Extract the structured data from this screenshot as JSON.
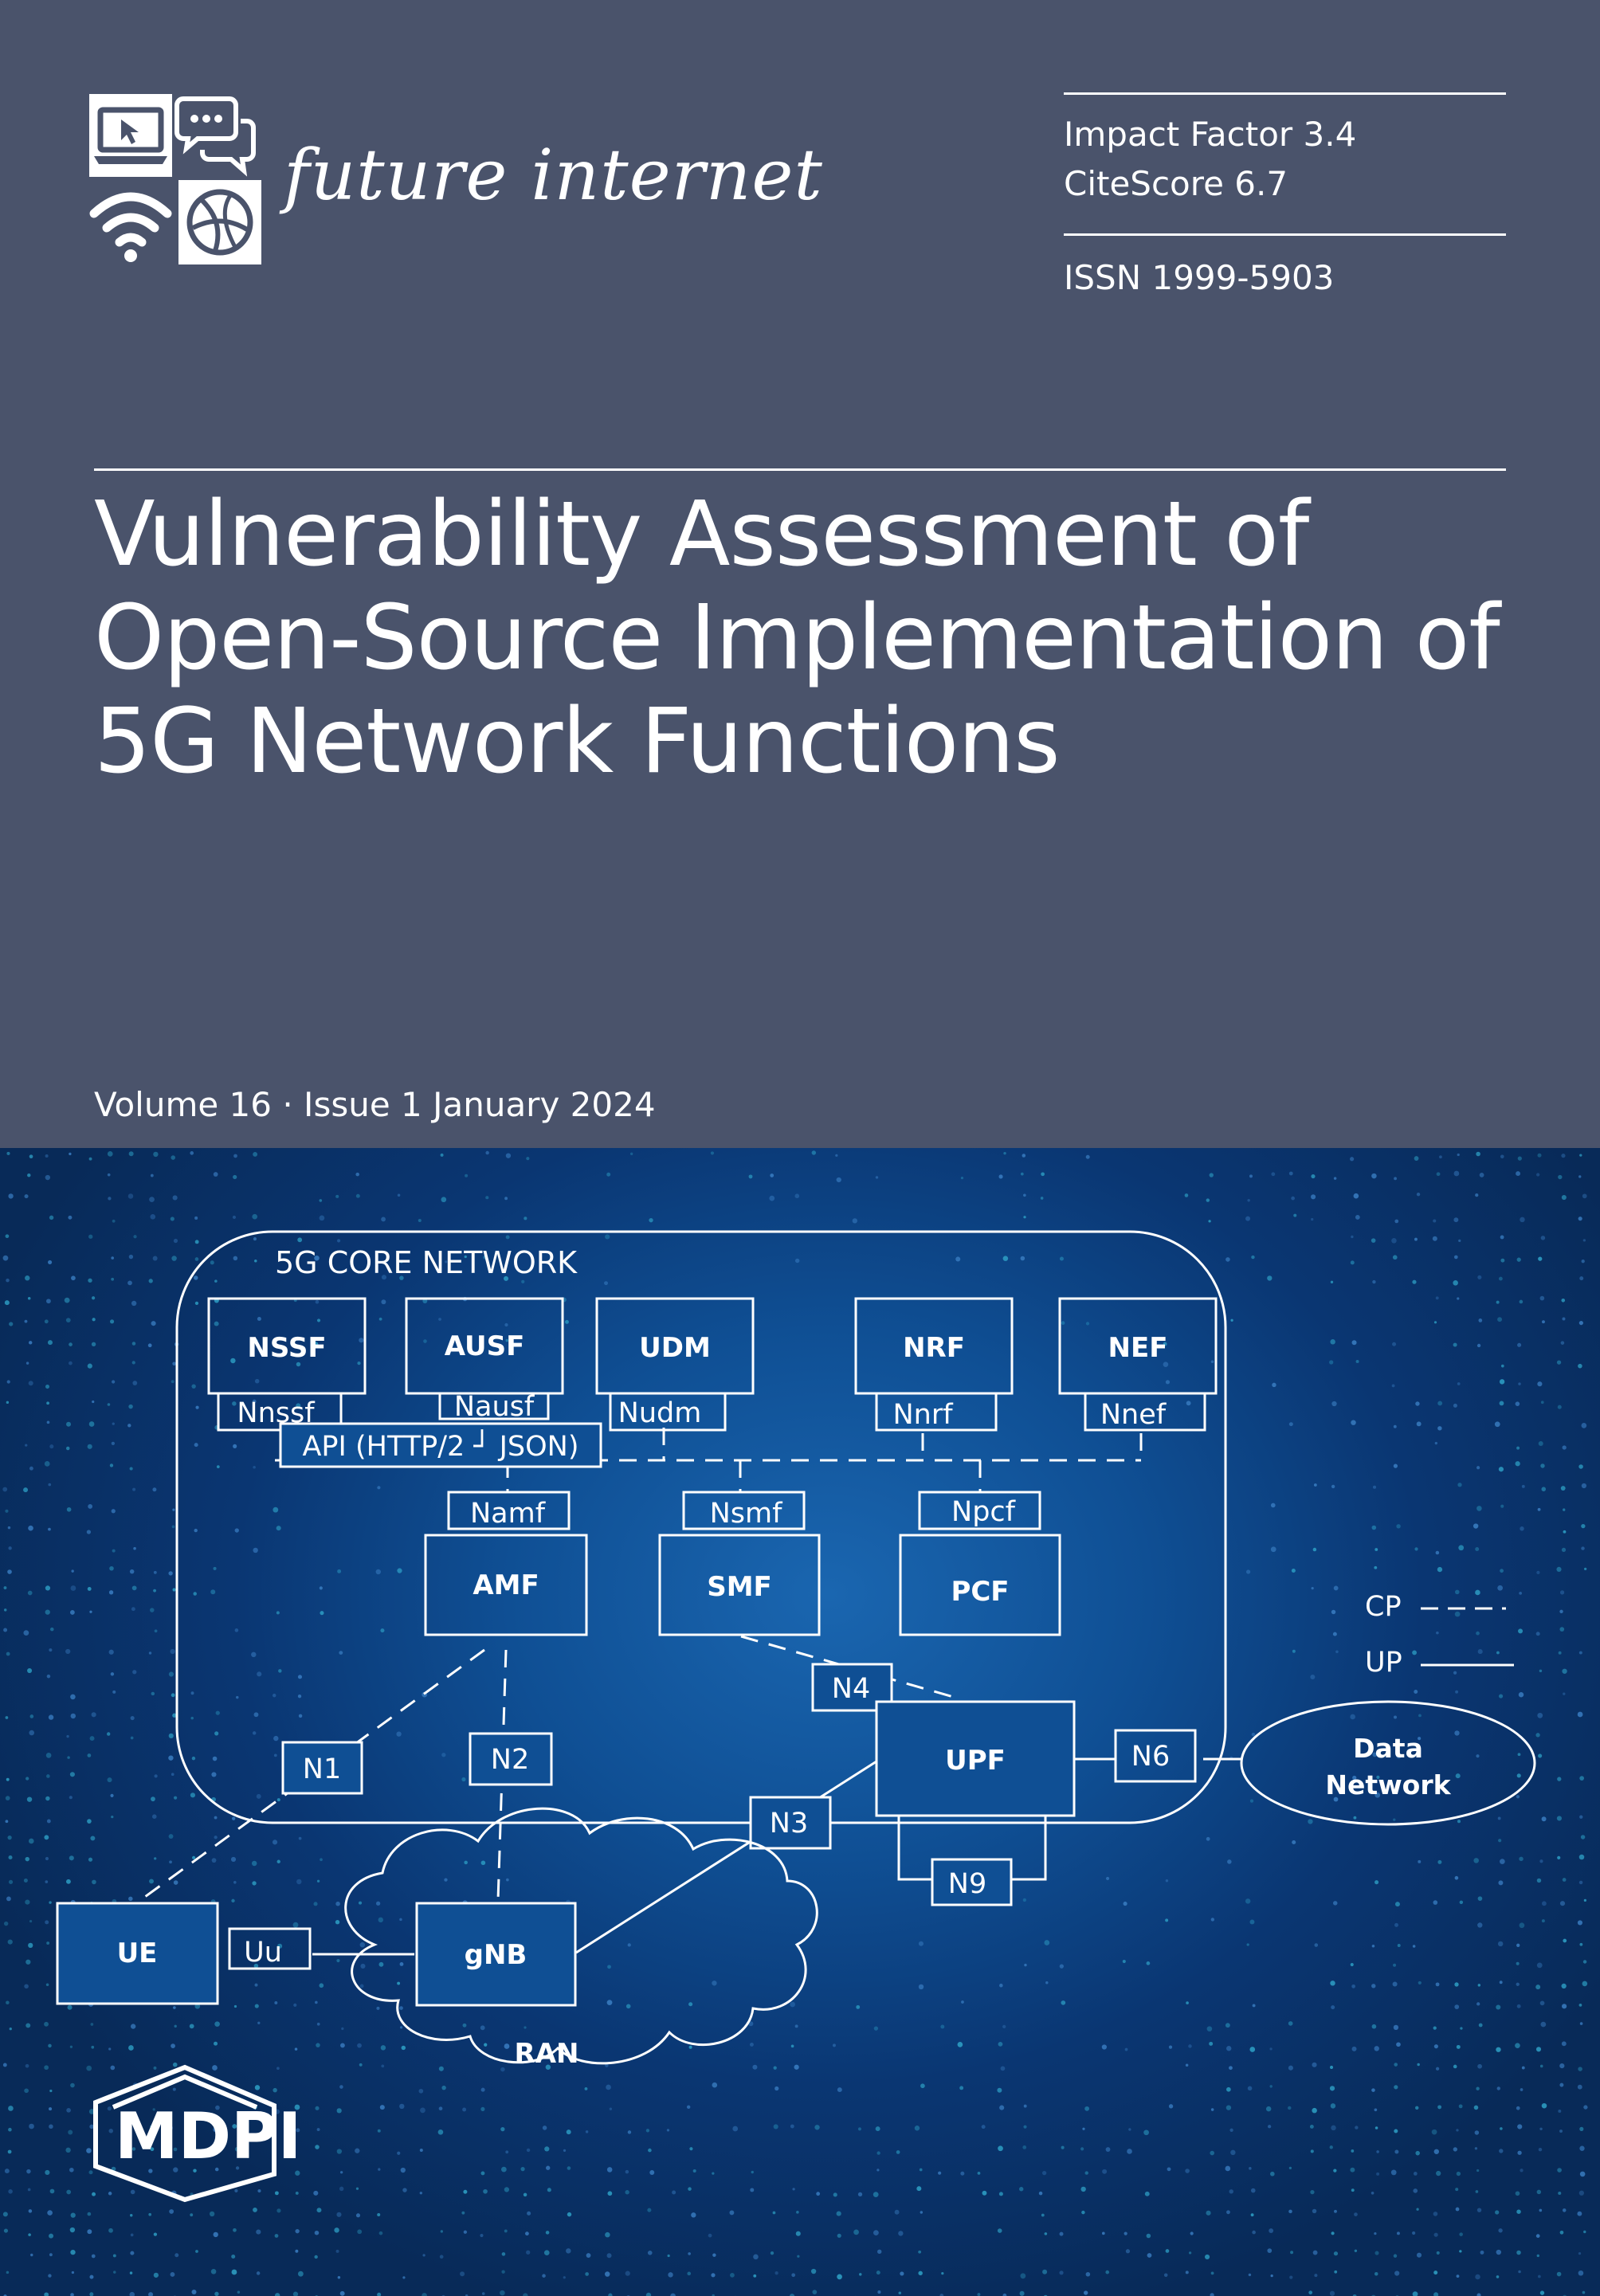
{
  "journal": {
    "name": "future internet",
    "logo_icons": [
      "laptop-cursor-icon",
      "chat-bubbles-icon",
      "wifi-icon",
      "globe-icon"
    ]
  },
  "metrics": {
    "impact_factor": "Impact Factor 3.4",
    "citescore": "CiteScore 6.7",
    "issn": "ISSN 1999-5903"
  },
  "article": {
    "title_lines": [
      "Vulnerability Assessment of",
      "Open-Source Implementation of",
      "5G Network Functions"
    ]
  },
  "issue": {
    "volume_line": "Volume 16 · Issue 1 January 2024"
  },
  "diagram": {
    "core_label": "5G CORE NETWORK",
    "nf": {
      "nssf": "NSSF",
      "ausf": "AUSF",
      "udm": "UDM",
      "nrf": "NRF",
      "nef": "NEF",
      "amf": "AMF",
      "smf": "SMF",
      "pcf": "PCF",
      "upf": "UPF",
      "ue": "UE",
      "gnb": "gNB",
      "ran": "RAN",
      "data_network_line1": "Data",
      "data_network_line2": "Network"
    },
    "interfaces": {
      "nnssf": "Nnssf",
      "nausf": "Nausf",
      "nudm": "Nudm",
      "nnrf": "Nnrf",
      "nnef": "Nnef",
      "namf": "Namf",
      "nsmf": "Nsmf",
      "npcf": "Npcf",
      "n1": "N1",
      "n2": "N2",
      "n3": "N3",
      "n4": "N4",
      "n6": "N6",
      "n9": "N9",
      "uu": "Uu"
    },
    "api": "API (HTTP/2 ┘ JSON)",
    "legend": {
      "cp": "CP",
      "up": "UP"
    }
  },
  "publisher": {
    "name": "MDPI"
  },
  "colors": {
    "top_background": "#4a536b",
    "diagram_background": "#0f4f94",
    "foreground": "#ffffff"
  }
}
